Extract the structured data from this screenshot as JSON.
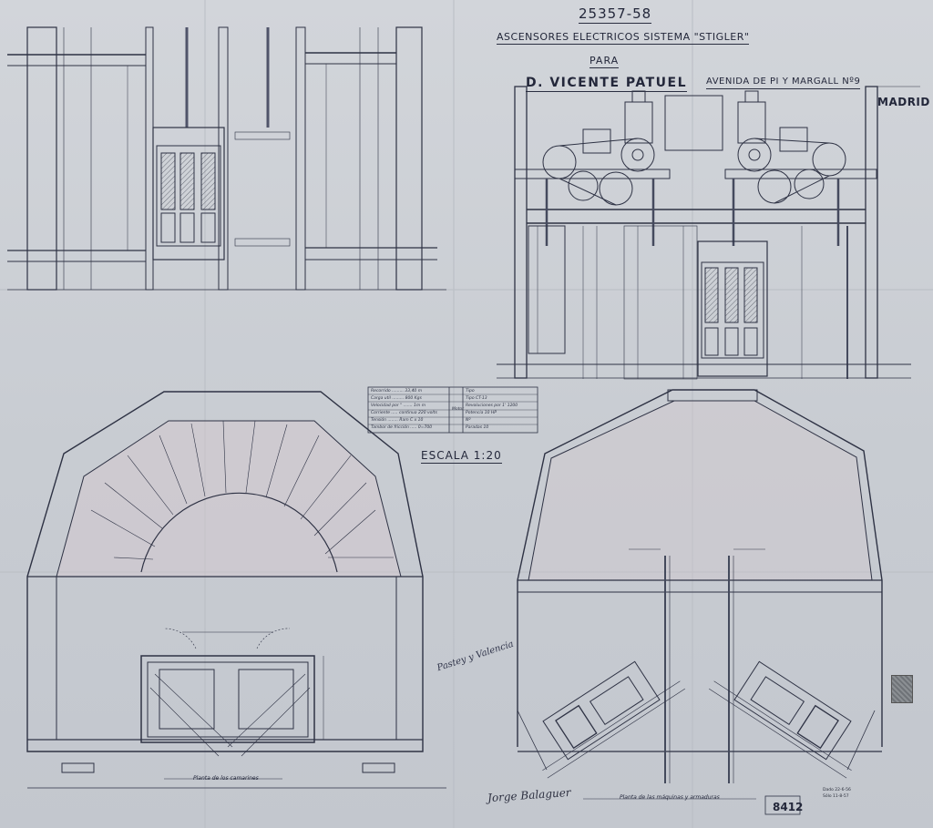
{
  "header": {
    "number": "25357-58",
    "title": "ASCENSORES ELECTRICOS SISTEMA \"STIGLER\"",
    "para": "PARA",
    "client": "D. VICENTE PATUEL",
    "address": "AVENIDA DE PI Y MARGALL Nº9",
    "city": "MADRID"
  },
  "scale": "ESCALA 1:20",
  "spec_table": {
    "left_rows": [
      "Recorrido ......... 33,40 m",
      "Carga  util ......... 800 Kgs",
      "Velocidad  por  \" ....... 1m  m",
      "Corriente ..... continua  220 volts",
      "Tensión  ........  Ram  C x 10",
      "Tambor  de  fricción ..... 0=700"
    ],
    "motor_label": "Motor",
    "right_rows": [
      "Tipo",
      "Tipo  CT-13",
      "Revoluciones  por  1'  1200",
      "Potencia  10 HP",
      "Nº",
      "Paradas  10"
    ]
  },
  "captions": {
    "left": "Planta de los camarines",
    "right": "Planta de las máquinas y armaduras"
  },
  "signature": "Jorge Balaguer",
  "handnote": "Pastey y Valencia",
  "date_box": {
    "line1": "Dado  22-6-56",
    "line2": "Sólo  11-8-57"
  },
  "sheet_number": "8412"
}
